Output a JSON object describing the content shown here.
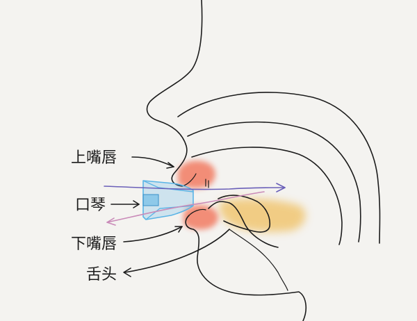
{
  "labels": {
    "upper_lip": "上嘴唇",
    "harmonica": "口琴",
    "lower_lip": "下嘴唇",
    "tongue": "舌头"
  },
  "colors": {
    "background": "#f4f3f0",
    "ink": "#1b1b1b",
    "lip": "#f2826a",
    "tongue": "#f0c060",
    "harmonica": "#5ab4e6",
    "airflow_in": "#6a5fb8",
    "airflow_out": "#c98ab8"
  }
}
